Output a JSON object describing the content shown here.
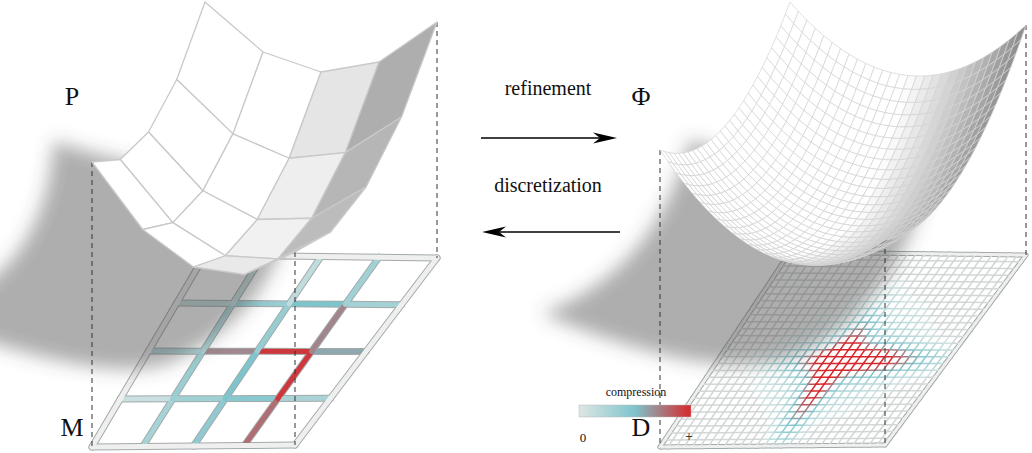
{
  "diagram": {
    "labels": [
      "P",
      "M",
      "refinement",
      "discretization",
      "Φ",
      "D",
      "compression",
      "0",
      "+"
    ]
  }
}
